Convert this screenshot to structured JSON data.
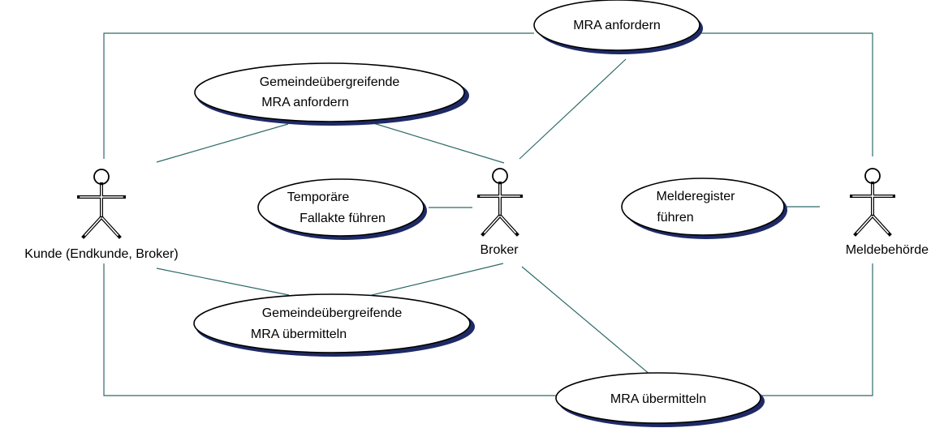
{
  "diagram": {
    "actors": [
      {
        "id": "kunde",
        "label": "Kunde (Endkunde, Broker)"
      },
      {
        "id": "broker",
        "label": "Broker"
      },
      {
        "id": "meldebehoerde",
        "label": "Meldebehörde"
      }
    ],
    "use_cases": [
      {
        "id": "mra-anfordern",
        "lines": [
          "MRA anfordern"
        ]
      },
      {
        "id": "gem-anfordern",
        "lines": [
          "Gemeindeübergreifende",
          "MRA anfordern"
        ]
      },
      {
        "id": "temp-fallakte",
        "lines": [
          "Temporäre",
          "Fallakte führen"
        ]
      },
      {
        "id": "melderegister",
        "lines": [
          "Melderegister",
          "führen"
        ]
      },
      {
        "id": "gem-uebermitteln",
        "lines": [
          "Gemeindeübergreifende",
          "MRA übermitteln"
        ]
      },
      {
        "id": "mra-uebermitteln",
        "lines": [
          "MRA übermitteln"
        ]
      }
    ],
    "colors": {
      "association": "#2e6b68",
      "ellipse_shadow": "#1e2a66",
      "outline": "#000000",
      "background": "#ffffff"
    }
  }
}
